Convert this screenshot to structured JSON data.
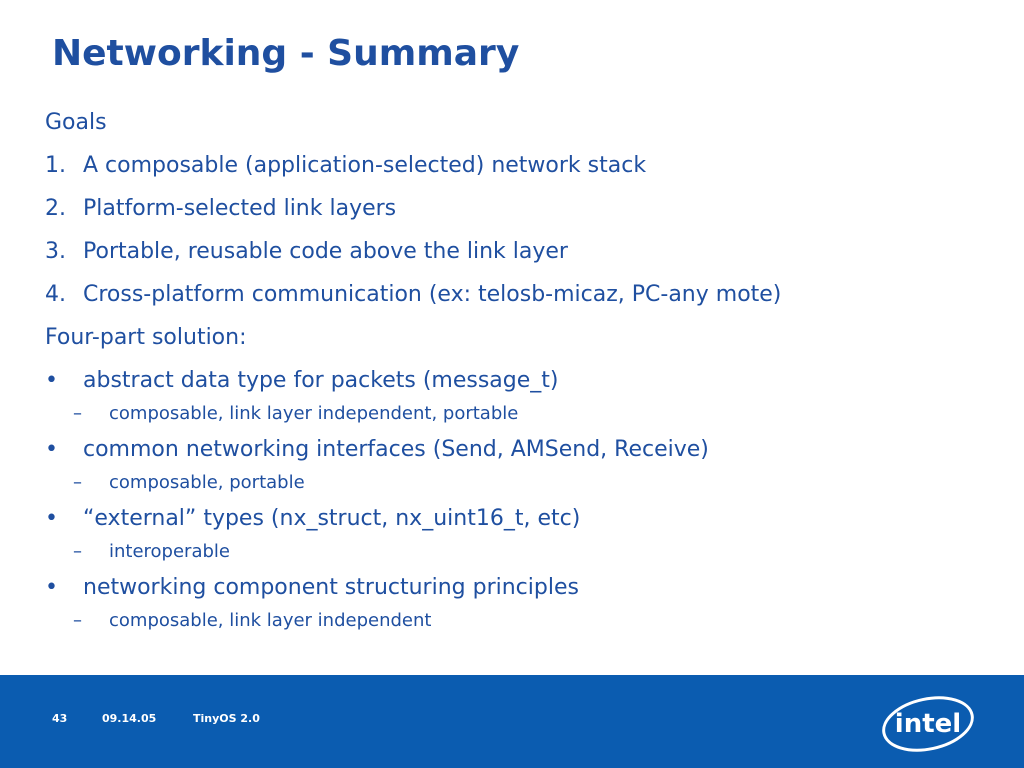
{
  "slide": {
    "title": "Networking - Summary",
    "goals_heading": "Goals",
    "goals": [
      {
        "num": "1.",
        "text": "A composable (application-selected) network stack"
      },
      {
        "num": "2.",
        "text": "Platform-selected link layers"
      },
      {
        "num": "3.",
        "text": "Portable, reusable code above the link layer"
      },
      {
        "num": "4.",
        "text": "Cross-platform communication (ex: telosb-micaz, PC-any mote)"
      }
    ],
    "solution_heading": "Four-part solution:",
    "bullet_glyph": "•",
    "sub_glyph": "–",
    "solution": [
      {
        "text": "abstract data type for packets (message_t)",
        "sub": "composable, link layer independent, portable"
      },
      {
        "text": "common networking interfaces (Send, AMSend, Receive)",
        "sub": "composable, portable"
      },
      {
        "text": "“external” types (nx_struct, nx_uint16_t, etc)",
        "sub": "interoperable"
      },
      {
        "text": "networking component structuring principles",
        "sub": "composable, link layer independent"
      }
    ]
  },
  "footer": {
    "page": "43",
    "date": "09.14.05",
    "label": "TinyOS 2.0",
    "logo_text": "intel"
  },
  "colors": {
    "text": "#1f4fa0",
    "footer_bg": "#0b5cb0"
  }
}
